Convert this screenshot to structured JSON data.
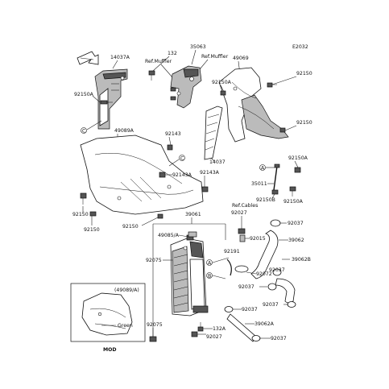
{
  "diagram": {
    "code": "E2032",
    "labels": {
      "p14037A": "14037A",
      "p132": "132",
      "p35063": "35063",
      "refMuffler1": "Ref.Muffler",
      "refMuffler2": "Ref.Muffler",
      "p49069": "49069",
      "p92150A_1": "92150A",
      "p92150A_2": "92150A",
      "p92150_1": "92150",
      "p92150_2": "92150",
      "p49089A": "49089A",
      "p92143": "92143",
      "p14037": "14037",
      "p92143A_1": "92143A",
      "p92143A_2": "92143A",
      "p92150A_3": "92150A",
      "p35011": "35011",
      "p92150B": "92150B",
      "p92150A_4": "92150A",
      "p92150_3": "92150",
      "p92150_4": "92150",
      "p92150_5": "92150",
      "p39061": "39061",
      "refCables": "Ref.Cables",
      "p92027_1": "92027",
      "p92037_1": "92037",
      "p49085A": "49085/A",
      "p92015": "92015",
      "p39062": "39062",
      "p92075_1": "92075",
      "p92191": "92191",
      "p92037_2": "92037",
      "p39062B": "39062B",
      "p92072": "92072",
      "p92037_3": "92037",
      "p92037_4": "92037",
      "p92037_5": "92037",
      "p49089Ainset": "(49089/A)",
      "green": "Green",
      "mod": "MOD",
      "p92075_2": "92075",
      "p132A": "132A",
      "p39062A": "39062A",
      "p92027_2": "92027",
      "p92037_6": "92037"
    },
    "callouts": {
      "a": "A",
      "b": "B",
      "c": "C"
    }
  }
}
